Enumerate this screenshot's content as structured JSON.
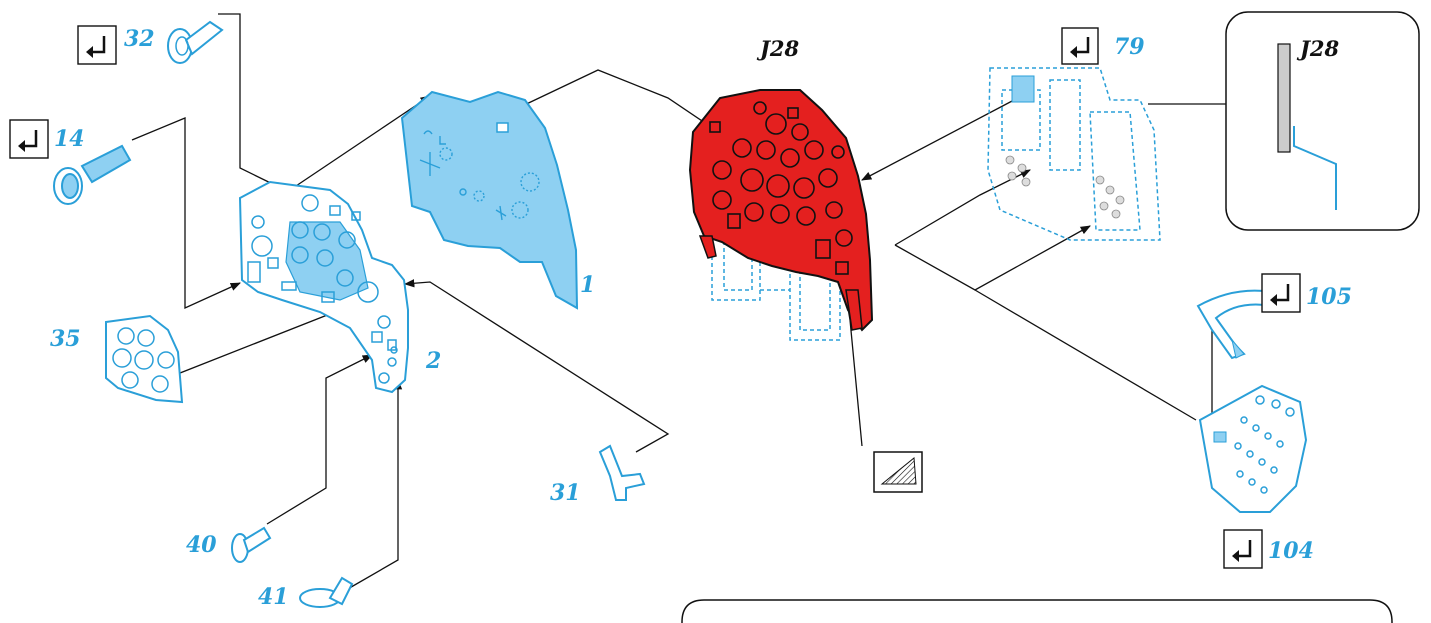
{
  "diagram": {
    "parts": {
      "p1": "1",
      "p2": "2",
      "p14": "14",
      "p31": "31",
      "p32": "32",
      "p35": "35",
      "p40": "40",
      "p41": "41",
      "p79": "79",
      "p104": "104",
      "p105": "105"
    },
    "labels": {
      "main": "J28",
      "inset": "J28"
    },
    "icons": {
      "bend": "bend-arrow-icon",
      "file": "file-texture-icon"
    },
    "colors": {
      "part_blue": "#2a9fd8",
      "film_blue": "#8ed0f2",
      "panel_red": "#e4201f",
      "line": "#111111"
    }
  }
}
